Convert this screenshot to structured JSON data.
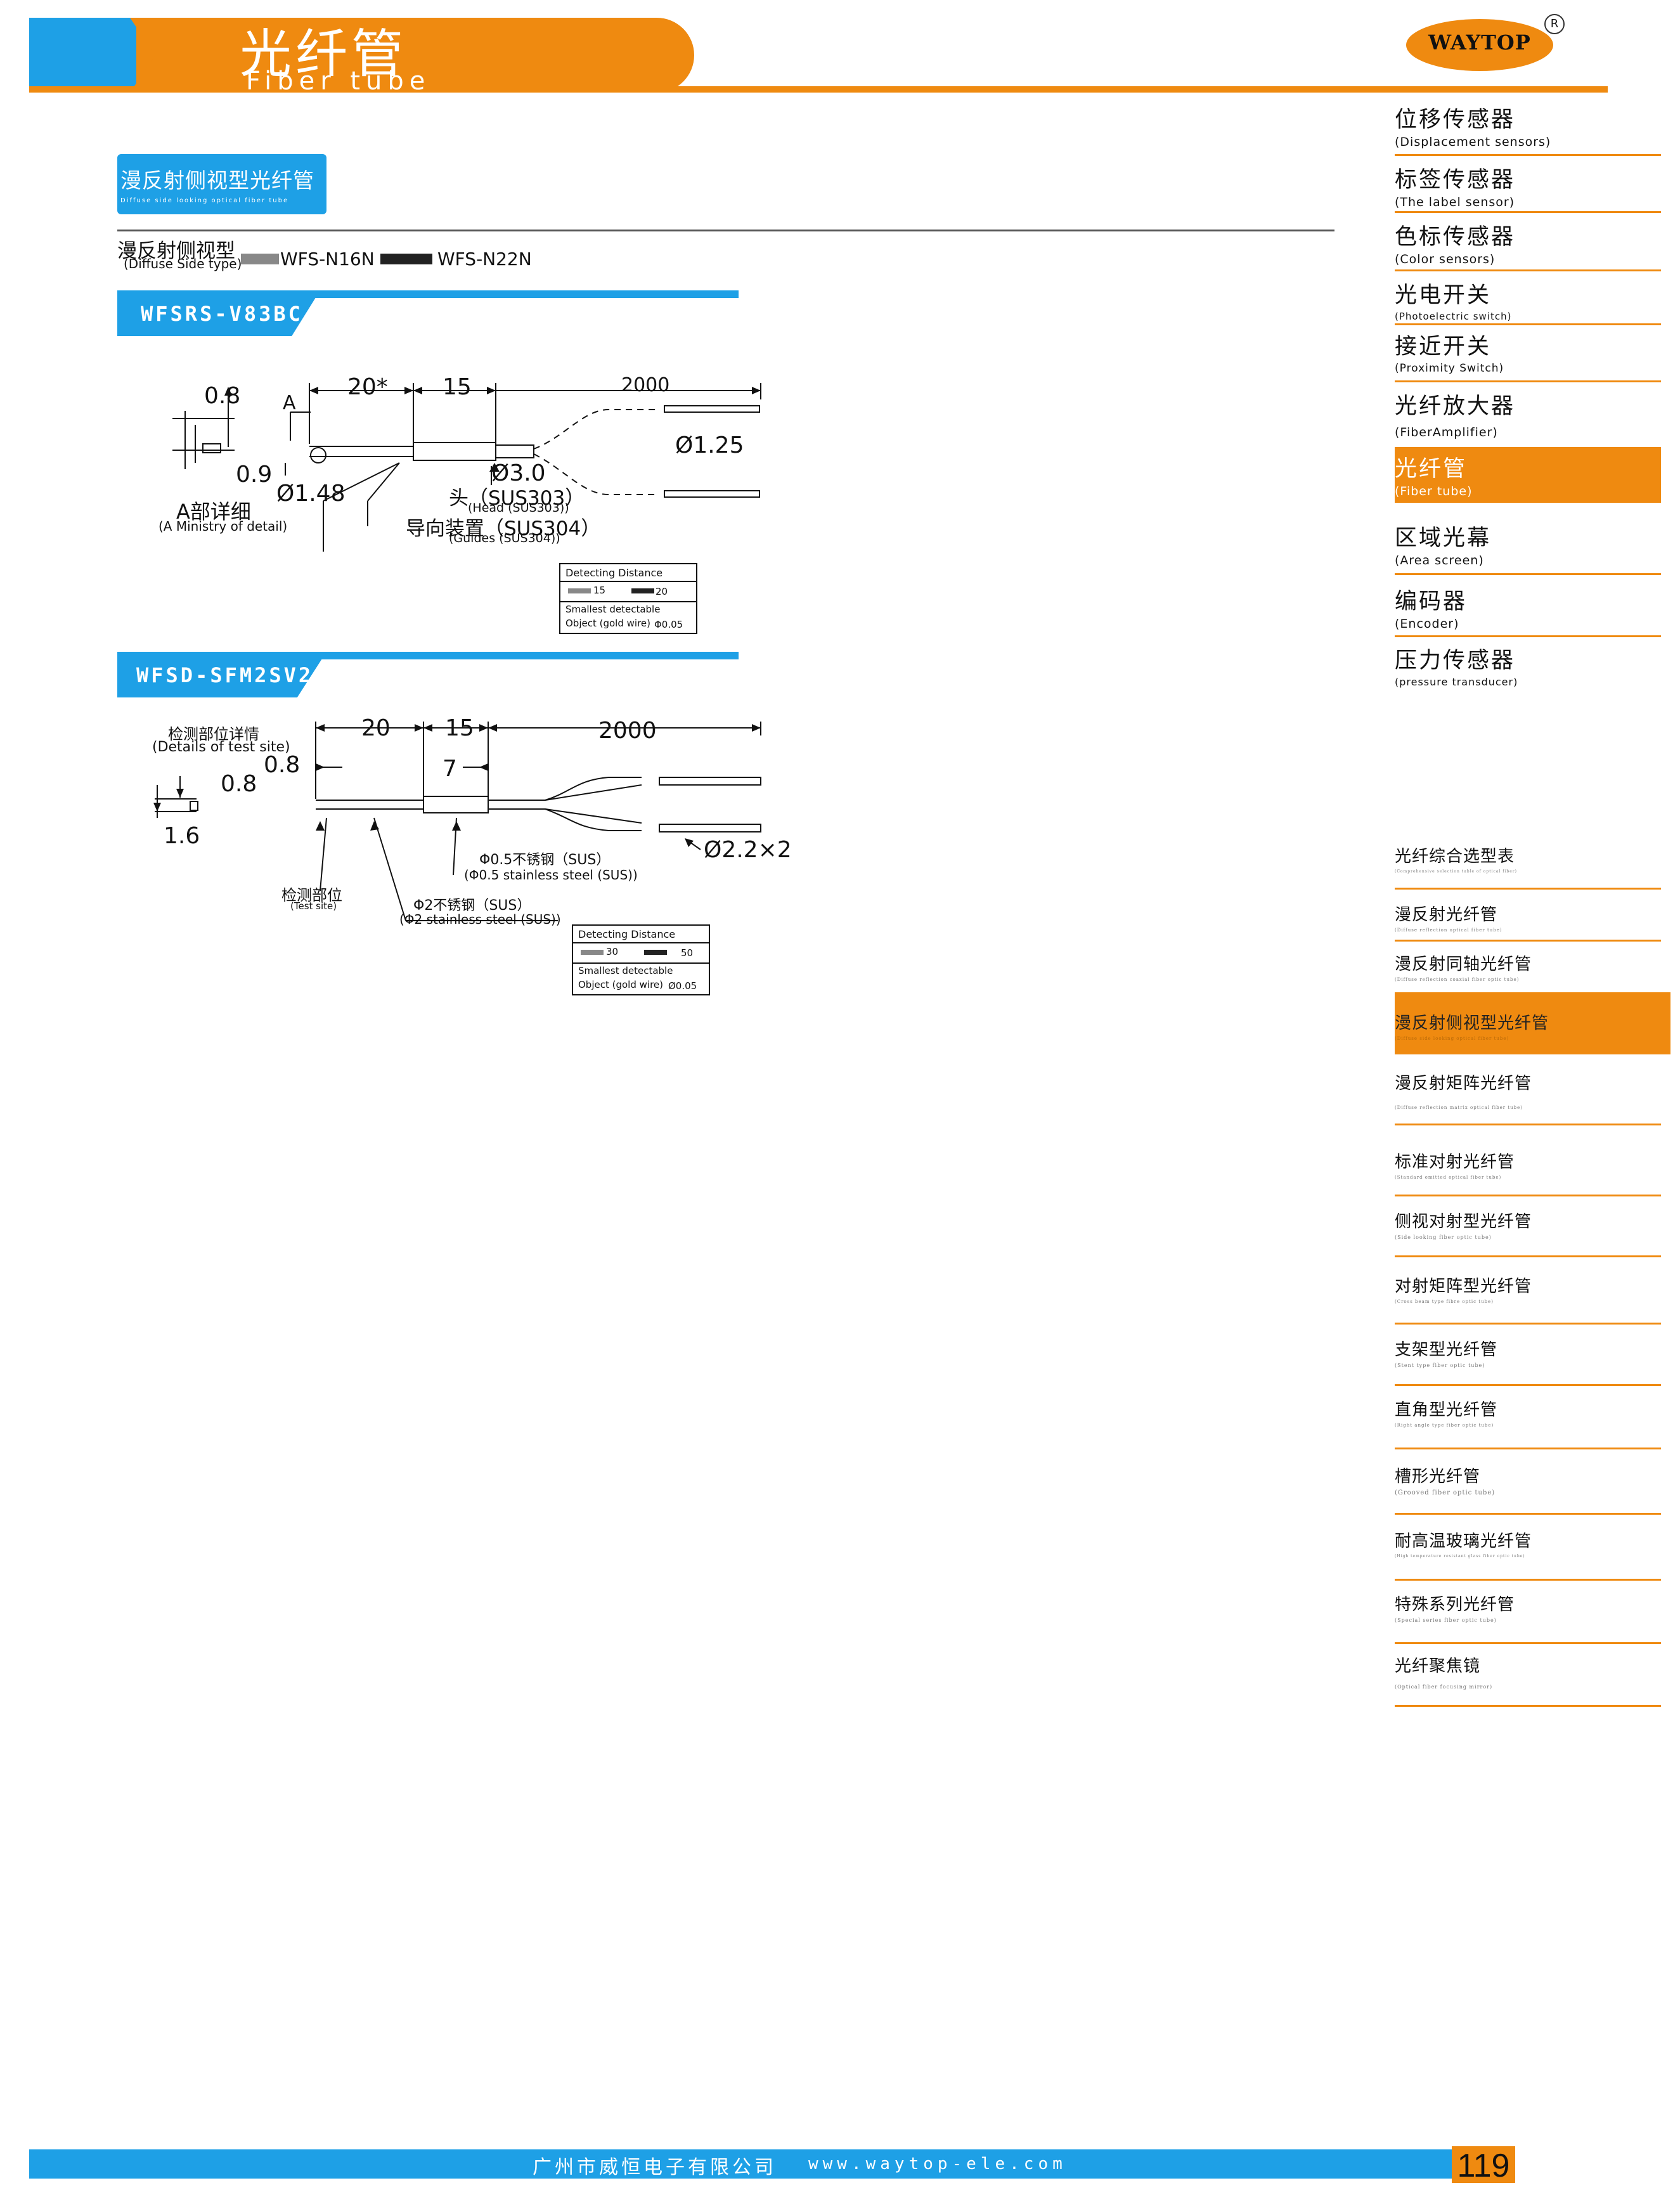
{
  "header": {
    "title": "光纤管",
    "subtitle": "Fiber tube",
    "logo": "WAYTOP",
    "logo_reg": "R"
  },
  "colors": {
    "accent_orange": "#ef8a10",
    "accent_blue": "#1ea0e6"
  },
  "nav_top": [
    {
      "cn": "位移传感器",
      "en": "(Displacement sensors)"
    },
    {
      "cn": "标签传感器",
      "en": "(The label sensor)"
    },
    {
      "cn": "色标传感器",
      "en": "(Color sensors)"
    },
    {
      "cn": "光电开关",
      "en": "(Photoelectric switch)"
    },
    {
      "cn": "接近开关",
      "en": "(Proximity Switch)"
    },
    {
      "cn": "光纤放大器",
      "en": "(FiberAmplifier)"
    },
    {
      "cn": "光纤管",
      "en": "(Fiber tube)"
    },
    {
      "cn": "区域光幕",
      "en": "(Area screen)"
    },
    {
      "cn": "编码器",
      "en": "(Encoder)"
    },
    {
      "cn": "压力传感器",
      "en": "(pressure transducer)"
    }
  ],
  "nav_sub": [
    {
      "cn": "光纤综合选型表",
      "en": "(Comprehensive selection table of optical fiber)"
    },
    {
      "cn": "漫反射光纤管",
      "en": "(Diffuse reflection optical fiber tube)"
    },
    {
      "cn": "漫反射同轴光纤管",
      "en": "(Diffuse reflection coaxial fiber optic tube)"
    },
    {
      "cn": "漫反射侧视型光纤管",
      "en": "(Diffuse side looking optical fiber tube)"
    },
    {
      "cn": "漫反射矩阵光纤管",
      "en": "(Diffuse reflection matrix optical fiber tube)"
    },
    {
      "cn": "标准对射光纤管",
      "en": "(Standard emitted optical fiber tube)"
    },
    {
      "cn": "侧视对射型光纤管",
      "en": "(Side looking fiber optic tube)"
    },
    {
      "cn": "对射矩阵型光纤管",
      "en": "(Cross beam type fibre optic tube)"
    },
    {
      "cn": "支架型光纤管",
      "en": "(Stent type fiber optic tube)"
    },
    {
      "cn": "直角型光纤管",
      "en": "(Right angle type fiber optic tube)"
    },
    {
      "cn": "槽形光纤管",
      "en": "(Grooved fiber optic tube)"
    },
    {
      "cn": "耐高温玻璃光纤管",
      "en": "(High temperature resistant glass fiber optic tube)"
    },
    {
      "cn": "特殊系列光纤管",
      "en": "(Special series fiber optic tube)"
    },
    {
      "cn": "光纤聚焦镜",
      "en": "(Optical fiber focusing mirror)"
    }
  ],
  "section": {
    "title": "漫反射侧视型光纤管",
    "subtitle": "Diffuse side looking optical fiber tube"
  },
  "type_line": {
    "cn": "漫反射侧视型",
    "en": "(Diffuse Side type)",
    "model1": "WFS-N16N",
    "model2": "WFS-N22N"
  },
  "product1": {
    "model": "WFSRS-V83BC",
    "dims": {
      "d08": "0.8",
      "d20": "20*",
      "d15": "15",
      "d2000": "2000",
      "dA": "A",
      "d09": "0.9",
      "d148": "Ø1.48",
      "d30": "Ø3.0",
      "d125": "Ø1.25"
    },
    "detail_cn": "A部详细",
    "detail_en": "(A Ministry of detail)",
    "head_cn": "头（SUS303）",
    "head_en": "(Head (SUS303))",
    "guide_cn": "导向装置（SUS304）",
    "guide_en": "(Guides (SUS304))",
    "table": {
      "title": "Detecting Distance",
      "v1": "15",
      "v2": "20",
      "obj1": "Smallest detectable",
      "obj2": "Object (gold wire)",
      "obj_val": "Φ0.05"
    }
  },
  "product2": {
    "model": "WFSD-SFM2SV2",
    "dims": {
      "d20": "20",
      "d15": "15",
      "d2000": "2000",
      "d08": "0.8",
      "d7": "7",
      "d08b": "0.8",
      "d16": "1.6",
      "d22": "Ø2.2×2"
    },
    "site_cn": "检测部位详情",
    "site_en": "(Details of test site)",
    "test_cn": "检测部位",
    "test_en": "(Test site)",
    "ss05_cn": "Φ0.5不锈钢（SUS）",
    "ss05_en": "(Φ0.5 stainless steel (SUS))",
    "ss2_cn": "Φ2不锈钢（SUS）",
    "ss2_en": "(Φ2 stainless steel (SUS))",
    "table": {
      "title": "Detecting Distance",
      "v1": "30",
      "v2": "50",
      "obj1": "Smallest detectable",
      "obj2": "Object (gold wire)",
      "obj_val": "Ø0.05"
    }
  },
  "footer": {
    "company": "广州市威恒电子有限公司",
    "url": "www.waytop-ele.com",
    "page": "119"
  }
}
